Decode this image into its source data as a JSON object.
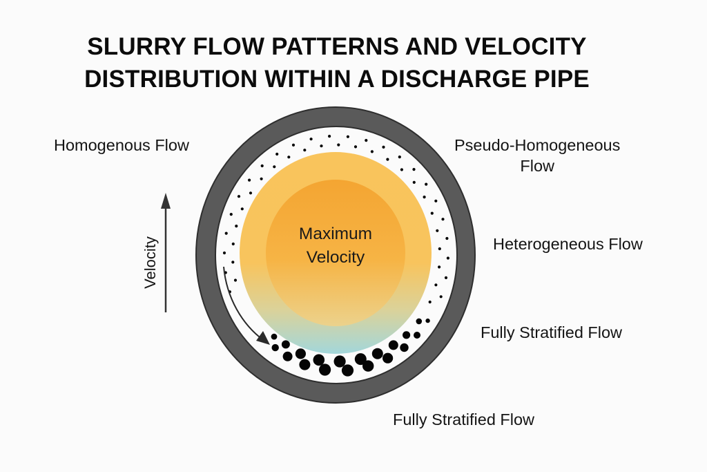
{
  "title": {
    "line1": "SLURRY FLOW PATTERNS AND VELOCITY",
    "line2": "DISTRIBUTION WITHIN A DISCHARGE PIPE"
  },
  "labels": {
    "homogeneous": "Homogenous Flow",
    "pseudo_line1": "Pseudo-Homogeneous",
    "pseudo_line2": "Flow",
    "heterogeneous": "Heterogeneous Flow",
    "stratified_right": "Fully Stratified Flow",
    "stratified_bottom": "Fully Stratified Flow"
  },
  "velocity_axis": {
    "label": "Velocity",
    "icon": "arrow-up-icon"
  },
  "core": {
    "line1": "Maximum",
    "line2": "Velocity"
  },
  "colors": {
    "pipe_wall": "#5a5a5a",
    "pipe_edge": "#2e2e2e",
    "annulus": "#fbfbfb",
    "core_outer": "#f9c45c",
    "core_inner": "#f4a734",
    "core_bottom": "#a6d8db",
    "particle": "#050505"
  },
  "flow_arrow": {
    "icon": "curved-arrow-icon"
  }
}
